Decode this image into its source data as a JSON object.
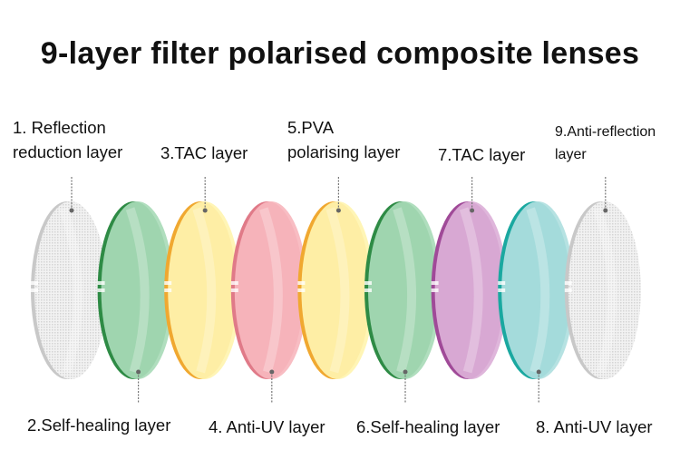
{
  "title": "9-layer filter polarised composite lenses",
  "layers": [
    {
      "label_line1": "1. Reflection",
      "label_line2": "reduction layer",
      "color": "#e8e8e8",
      "rim": "#c8c8c8",
      "pin": "top"
    },
    {
      "label_line1": "2.Self-healing layer",
      "color": "#a9dbb9",
      "rim": "#2e8b45",
      "pin": "bottom"
    },
    {
      "label_line1": "3.TAC layer",
      "color": "#fff4b0",
      "rim": "#f0a830",
      "pin": "top"
    },
    {
      "label_line1": "4. Anti-UV layer",
      "color": "#f7b7be",
      "rim": "#e07a88",
      "pin": "bottom"
    },
    {
      "label_line1": "5.PVA",
      "label_line2": "polarising layer",
      "color": "#fff4b0",
      "rim": "#f0a830",
      "pin": "top"
    },
    {
      "label_line1": "6.Self-healing layer",
      "color": "#a9dbb9",
      "rim": "#2e8b45",
      "pin": "bottom"
    },
    {
      "label_line1": "7.TAC layer",
      "color": "#dcb0d8",
      "rim": "#a04a98",
      "pin": "top"
    },
    {
      "label_line1": "8. Anti-UV layer",
      "color": "#b0e0e0",
      "rim": "#1aa8a0",
      "pin": "bottom"
    },
    {
      "label_line1": "9.Anti-reflection",
      "label_line2": "layer",
      "color": "#ececec",
      "rim": "#c8c8c8",
      "pin": "top"
    }
  ]
}
